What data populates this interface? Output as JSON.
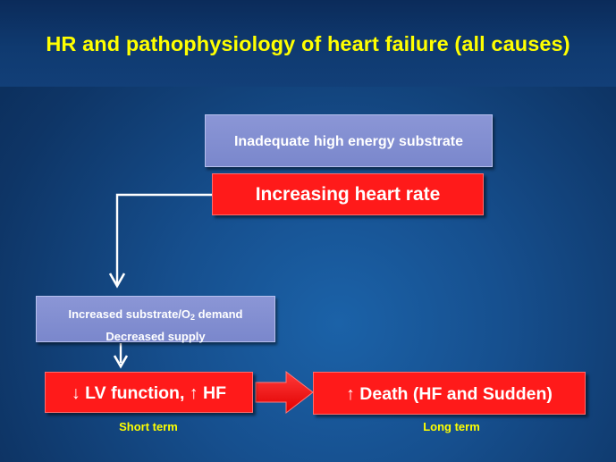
{
  "title": "HR and pathophysiology of heart failure (all causes)",
  "boxes": {
    "substrate": "Inadequate high energy substrate",
    "heart_rate": "Increasing heart rate",
    "demand_line1_prefix": "Increased substrate/O",
    "demand_line1_sub": "2",
    "demand_line1_suffix": " demand",
    "demand_line2": "Decreased supply",
    "lv_down_arrow": "↓",
    "lv_text_a": " LV function, ",
    "lv_up_arrow": "↑",
    "lv_text_b": " HF",
    "death_up_arrow": "↑",
    "death_text": " Death (HF and Sudden)"
  },
  "labels": {
    "short_term": "Short term",
    "long_term": "Long term"
  },
  "colors": {
    "title": "#ffff00",
    "red_box": "#ff1a1a",
    "lavender_box": "#7a87cc",
    "arrow": "#ffffff"
  }
}
